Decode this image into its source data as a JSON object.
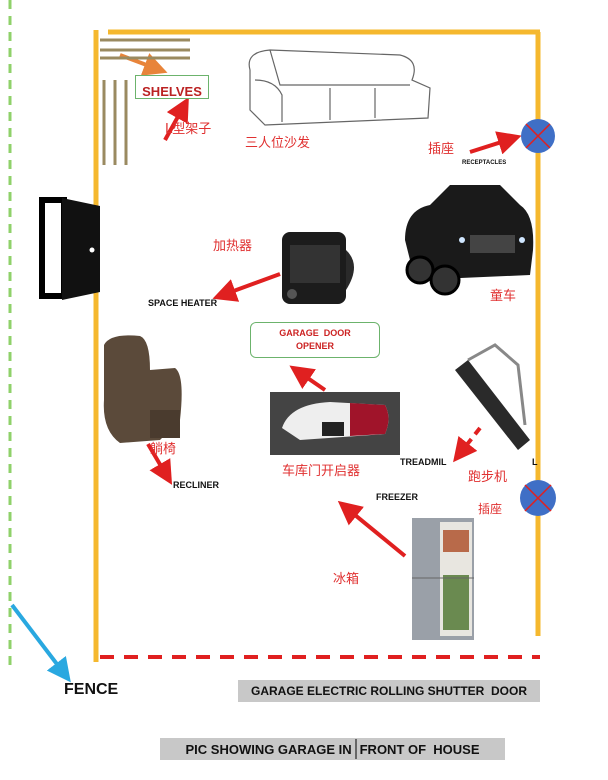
{
  "labels": {
    "shelves": "SHELVES",
    "shelves_cn": "L型架子",
    "sofa_cn": "三人位沙发",
    "receptacle_cn_1": "插座",
    "receptacles": "RECEPTACLES",
    "car_cn": "童车",
    "heater_cn": "加热器",
    "space_heater": "SPACE HEATER",
    "garage_door_opener_line1": "GARAGE  DOOR",
    "garage_door_opener_line2": "OPENER",
    "opener_cn": "车库门开启器",
    "recliner_cn": "躺椅",
    "recliner": "RECLINER",
    "treadmill": "TREADMIL",
    "treadmill_cn": "跑步机",
    "l_mark": "L",
    "freezer": "FREEZER",
    "receptacle_cn_2": "插座",
    "freezer_cn": "冰箱",
    "fence": "FENCE",
    "shutter_door": "GARAGE ELECTRIC ROLLING SHUTTER  DOOR",
    "caption_part1": "PIC SHOWING GARAGE IN",
    "caption_part2": "FRONT OF  HOUSE"
  },
  "colors": {
    "wall": "#f5b82e",
    "fence": "#8fd16a",
    "arrow": "#e02020",
    "receptacle": "#3f6fc6",
    "fence_arrow": "#29a8e0"
  }
}
